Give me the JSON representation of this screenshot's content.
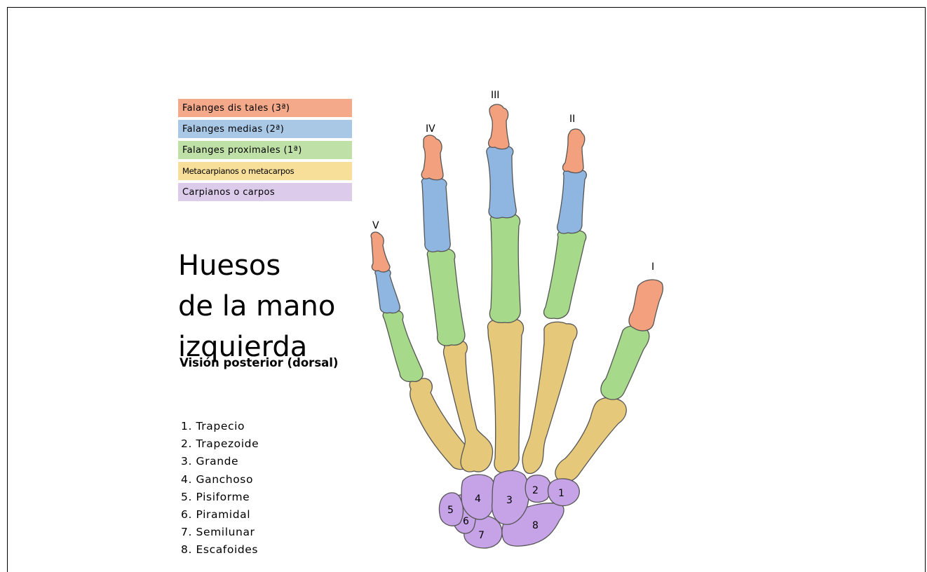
{
  "legend": [
    {
      "label": "Falanges  dis tales (3ª)",
      "color": "#f4a98a"
    },
    {
      "label": "Falanges  medias (2ª)",
      "color": "#a9c8e6"
    },
    {
      "label": "Falanges  proximales (1ª)",
      "color": "#bfe0a7"
    },
    {
      "label": "Metacarpianos o metacarpos",
      "color": "#f7df9a"
    },
    {
      "label": "Carpianos  o carpos",
      "color": "#dccbeb"
    }
  ],
  "title": {
    "line1": "Huesos",
    "line2": "de la mano",
    "line3": "izquierda"
  },
  "subtitle": "Visión posterior (dorsal)",
  "bones": [
    "1. Trapecio",
    "2. Trapezoide",
    "3. Grande",
    "4. Ganchoso",
    "5. Pisiforme",
    "6. Piramidal",
    "7. Semilunar",
    "8. Escafoides"
  ],
  "finger_labels": {
    "I": "I",
    "II": "II",
    "III": "III",
    "IV": "IV",
    "V": "V"
  },
  "carpal_numbers": [
    "1",
    "2",
    "3",
    "4",
    "5",
    "6",
    "7",
    "8"
  ],
  "colors": {
    "distal": "#f2a07e",
    "medial": "#8fb6e0",
    "proximal": "#a6d98a",
    "metacarpal": "#e6c87a",
    "carpal": "#c6a2e6"
  }
}
